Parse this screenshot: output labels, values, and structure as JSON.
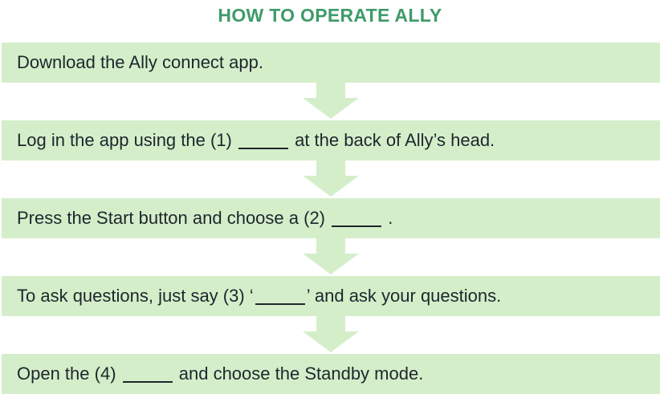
{
  "title": "HOW TO OPERATE ALLY",
  "colors": {
    "title": "#3e9b69",
    "box_bg": "#d5eeca",
    "arrow": "#d5eeca",
    "text": "#1d272c"
  },
  "steps": [
    {
      "pre": "Download the Ally connect app.",
      "has_blank": false,
      "post": ""
    },
    {
      "pre": "Log in the app using the (1) ",
      "has_blank": true,
      "post": " at the back of Ally’s head."
    },
    {
      "pre": "Press the Start button and choose a (2) ",
      "has_blank": true,
      "post": " ."
    },
    {
      "pre": "To ask questions, just say (3) ‘",
      "has_blank": true,
      "post": "’ and ask your questions."
    },
    {
      "pre": "Open the (4) ",
      "has_blank": true,
      "post": " and choose the Standby mode."
    }
  ]
}
